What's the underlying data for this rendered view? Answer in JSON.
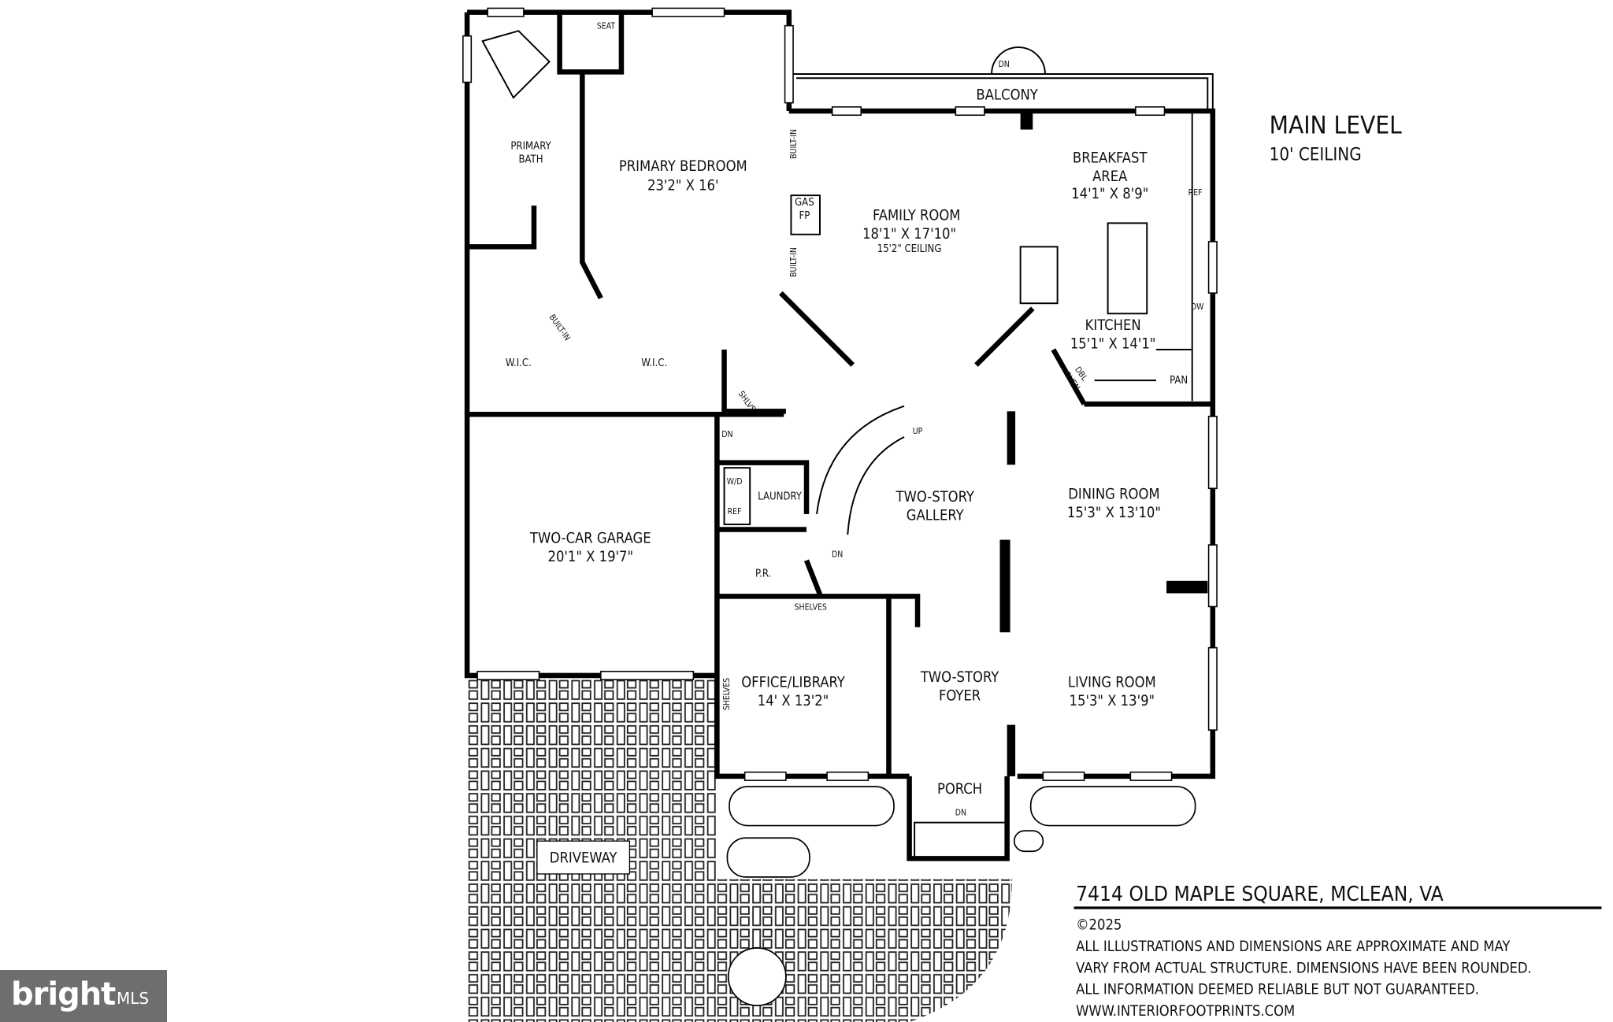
{
  "plan": {
    "level_title": "MAIN LEVEL",
    "level_ceiling": "10' CEILING",
    "rooms": {
      "primary_bath": [
        "PRIMARY",
        "BATH"
      ],
      "seat": "SEAT",
      "primary_bedroom": {
        "name": "PRIMARY BEDROOM",
        "dims": "23'2\" X 16'"
      },
      "built_in": "BUILT-IN",
      "wic": "W.I.C.",
      "shlvs": "SHLVS",
      "balcony": "BALCONY",
      "dn": "DN",
      "up": "UP",
      "gas_fp": [
        "GAS",
        "FP"
      ],
      "family_room": {
        "name": "FAMILY ROOM",
        "dims": "18'1\" X 17'10\"",
        "ceiling": "15'2\" CEILING"
      },
      "breakfast": {
        "name": [
          "BREAKFAST",
          "AREA"
        ],
        "dims": "14'1\" X 8'9\""
      },
      "ref": "REF",
      "dw": "DW",
      "kitchen": {
        "name": "KITCHEN",
        "dims": "15'1\" X 14'1\""
      },
      "dbl_oven": [
        "DBL",
        "OVEN"
      ],
      "pan": "PAN",
      "wd": "W/D",
      "laundry": "LAUNDRY",
      "pr": "P.R.",
      "gallery": [
        "TWO-STORY",
        "GALLERY"
      ],
      "dining": {
        "name": "DINING ROOM",
        "dims": "15'3\" X 13'10\""
      },
      "garage": {
        "name": "TWO-CAR GARAGE",
        "dims": "20'1\" X 19'7\""
      },
      "shelves": "SHELVES",
      "office": {
        "name": "OFFICE/LIBRARY",
        "dims": "14' X 13'2\""
      },
      "foyer": [
        "TWO-STORY",
        "FOYER"
      ],
      "living": {
        "name": "LIVING ROOM",
        "dims": "15'3\" X 13'9\""
      },
      "porch": "PORCH",
      "driveway": "DRIVEWAY"
    }
  },
  "footer": {
    "address": "7414 OLD MAPLE SQUARE, MCLEAN, VA",
    "copyright": "©2025",
    "disclaimer": [
      "ALL ILLUSTRATIONS AND DIMENSIONS ARE APPROXIMATE AND MAY",
      "VARY FROM ACTUAL STRUCTURE. DIMENSIONS HAVE BEEN ROUNDED.",
      "ALL INFORMATION DEEMED RELIABLE BUT NOT GUARANTEED."
    ],
    "website": "WWW.INTERIORFOOTPRINTS.COM"
  },
  "watermark": {
    "brand": "bright",
    "suffix": "MLS",
    "color": "#6d6e70"
  }
}
